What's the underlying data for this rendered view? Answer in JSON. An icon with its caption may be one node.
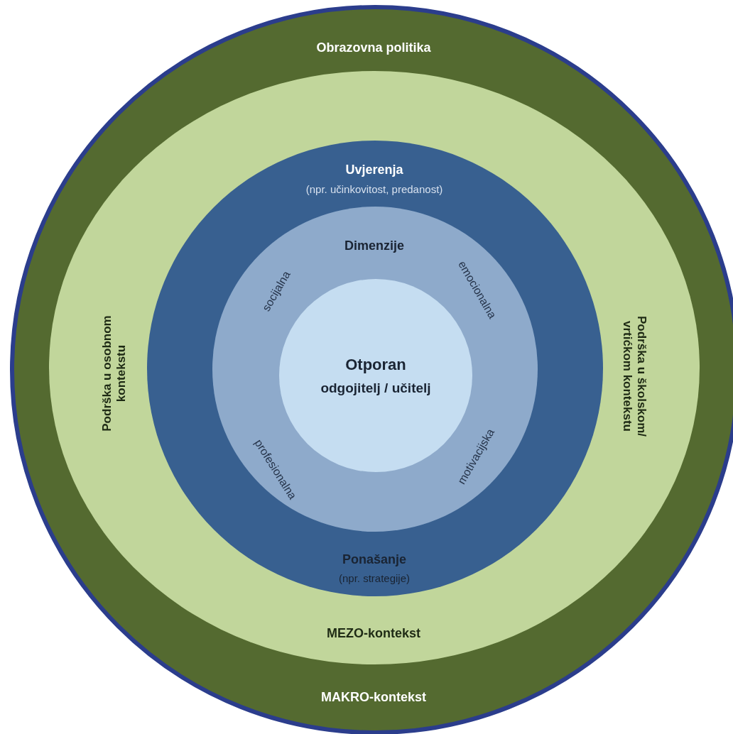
{
  "diagram": {
    "nodes": [
      {
        "text": [
          "Obrazovna politika",
          "MAKRO-kontekst"
        ]
      },
      {
        "text": [
          "Podrška u osobnom kontekstu",
          "Podrška u školskom/ vrtićkom kontekstu",
          "MEZO-kontekst"
        ],
        "in": 0
      },
      {
        "text": [
          "Uvjerenja",
          "(npr. učinkovitost, predanost)",
          "Ponašanje",
          "(npr. strategije)"
        ],
        "in": 1
      },
      {
        "text": [
          "Dimenzije",
          "socijalna",
          "emocionalna",
          "profesionalna",
          "motivacijska"
        ],
        "in": 2
      },
      {
        "text": [
          "Otporan",
          "odgojitelj / učitelj"
        ],
        "in": 3
      }
    ],
    "edges": []
  }
}
